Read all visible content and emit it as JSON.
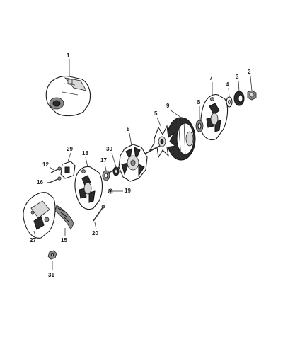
{
  "callouts": {
    "c1": "1",
    "c2": "2",
    "c3": "3",
    "c4": "4",
    "c5": "5",
    "c6": "6",
    "c7": "7",
    "c8": "8",
    "c9": "9",
    "c12": "12",
    "c15": "15",
    "c16": "16",
    "c17": "17",
    "c18": "18",
    "c19": "19",
    "c20": "20",
    "c27": "27",
    "c29": "29",
    "c30": "30",
    "c31": "31"
  },
  "colors": {
    "ink": "#1a1a1a",
    "shade": "#8a8a8a",
    "background": "#ffffff"
  }
}
